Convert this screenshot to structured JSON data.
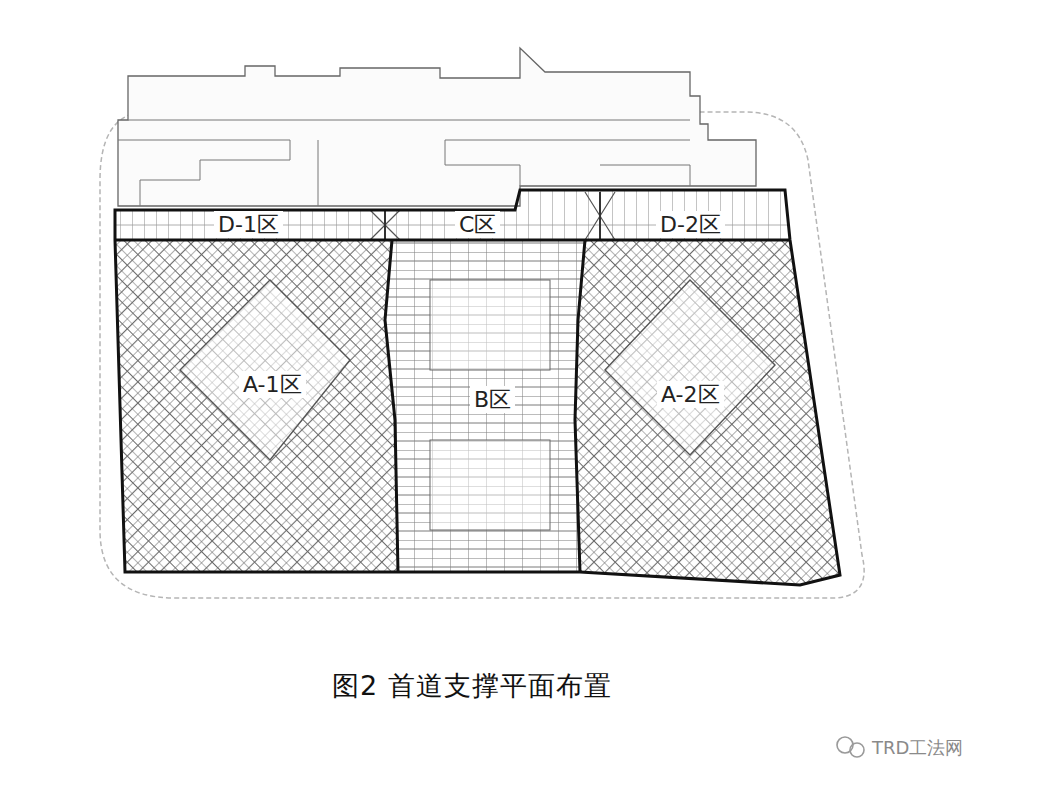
{
  "diagram": {
    "caption": "图2 首道支撑平面布置",
    "nodes": [
      {
        "text": [
          "D-1区"
        ]
      },
      {
        "text": [
          "C区"
        ]
      },
      {
        "text": [
          "D-2区"
        ]
      },
      {
        "text": [
          "A-1区"
        ]
      },
      {
        "text": [
          "B区"
        ]
      },
      {
        "text": [
          "A-2区"
        ]
      }
    ],
    "labels": [
      "TRD工法网"
    ]
  }
}
